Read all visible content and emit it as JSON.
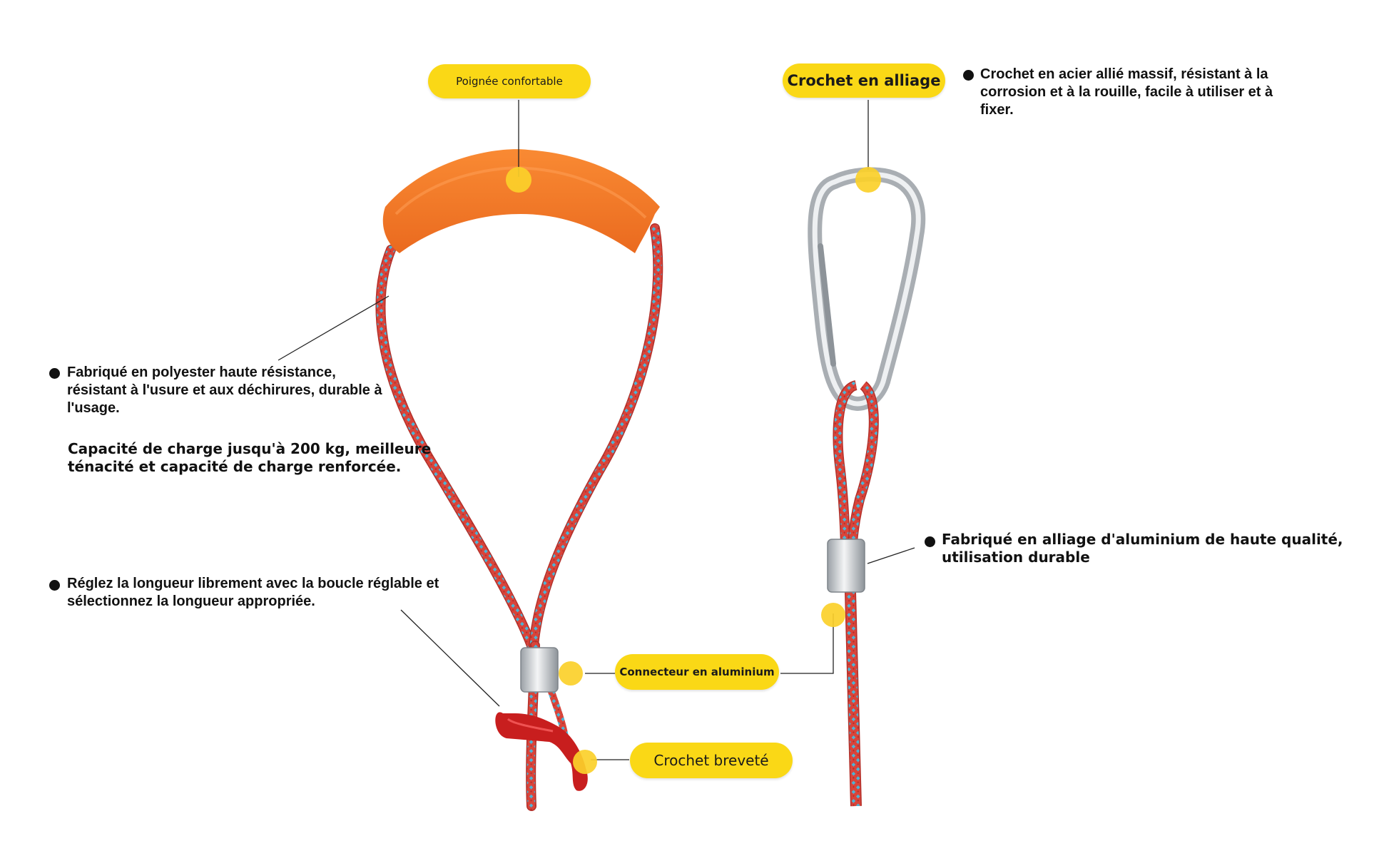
{
  "callouts": {
    "handle": "Poignée confortable",
    "alloy_hook": "Crochet en alliage",
    "aluminium_connector": "Connecteur en aluminium",
    "patented_hook": "Crochet breveté"
  },
  "features": {
    "alloy_hook": "Crochet en acier allié massif, résistant à la corrosion et à la rouille, facile à utiliser et à fixer.",
    "polyester": "Fabriqué en polyester haute résistance, résistant à l'usure et aux déchirures, durable à l'usage.",
    "capacity": "Capacité de charge jusqu'à 200 kg, meilleure ténacité et capacité de charge renforcée.",
    "adjust": "Réglez la longueur librement avec la boucle réglable et sélectionnez la longueur appropriée.",
    "aluminium": "Fabriqué en alliage d'aluminium de haute qualité, utilisation durable"
  },
  "colors": {
    "callout_yellow": "#fad816",
    "marker_yellow": "#fbd02a",
    "handle_orange": "#f7792a",
    "rope_red": "#d9443a",
    "rope_blue": "#4bb4d6",
    "hook_red": "#c81e1e",
    "steel": "#c9ccd0"
  }
}
